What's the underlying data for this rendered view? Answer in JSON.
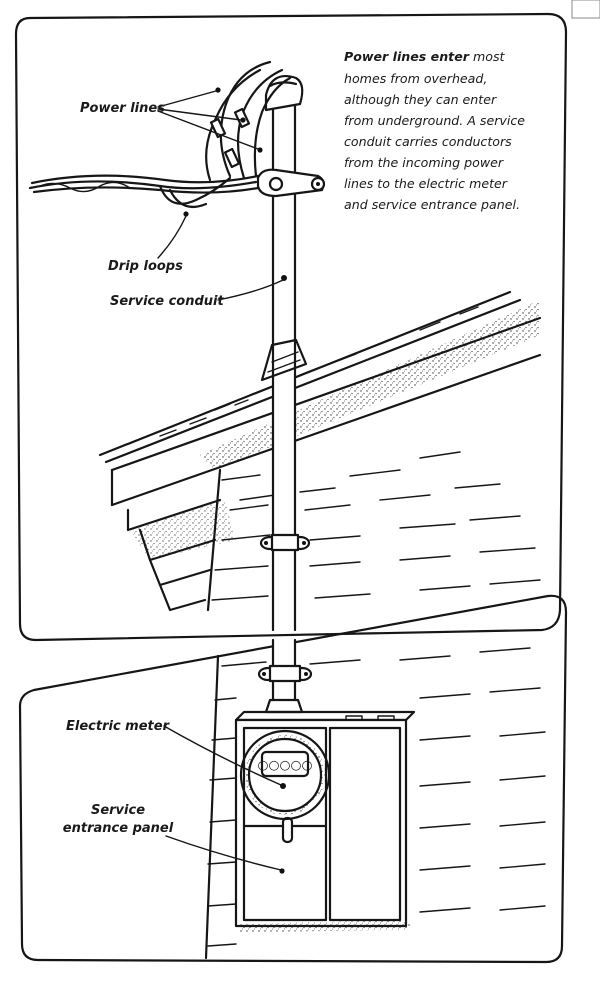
{
  "page_marker": "",
  "labels": {
    "power_lines": "Power lines",
    "drip_loops": "Drip loops",
    "service_conduit": "Service conduit",
    "electric_meter": "Electric meter",
    "service_entrance_panel_1": "Service",
    "service_entrance_panel_2": "entrance panel"
  },
  "caption": {
    "lead": "Power lines enter",
    "line1_rest": " most",
    "line2": "homes from overhead,",
    "line3": "although they can enter",
    "line4": "from underground. A service",
    "line5": "conduit carries conductors",
    "line6": "from the incoming power",
    "line7": "lines to the electric meter",
    "line8": "and service entrance panel."
  },
  "meter_dial": "○○○○○"
}
